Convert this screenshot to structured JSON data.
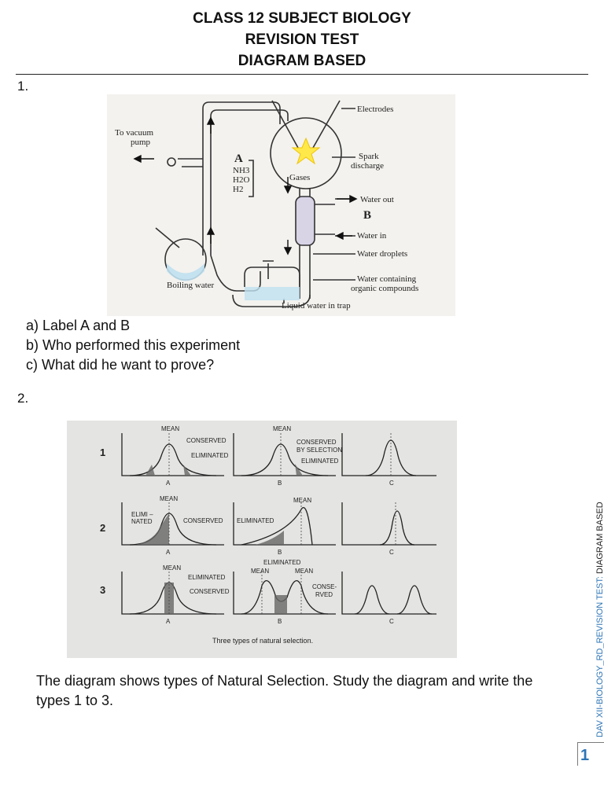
{
  "header": {
    "line1": "CLASS 12  SUBJECT BIOLOGY",
    "line2": "REVISION TEST",
    "line3": "DIAGRAM BASED"
  },
  "q1": {
    "number": "1.",
    "figure_labels": {
      "to_vacuum": "To vacuum",
      "pump": "pump",
      "a": "A",
      "nh3": "NH3",
      "h2o": "H2O",
      "h2": "H2",
      "gases": "Gases",
      "electrodes": "Electrodes",
      "spark": "Spark",
      "discharge": "discharge",
      "water_out": "Water out",
      "b": "B",
      "water_in": "Water in",
      "water_droplets": "Water droplets",
      "water_containing": "Water containing",
      "organic_compounds": "organic compounds",
      "boiling_water": "Boiling water",
      "liquid_water": "Liquid water in trap"
    },
    "questions": [
      "a) Label A and B",
      "b) Who performed this experiment",
      "c) What did he want to prove?"
    ]
  },
  "q2": {
    "number": "2.",
    "figure_labels": {
      "row1": "1",
      "row2": "2",
      "row3": "3",
      "mean": "MEAN",
      "conserved": "CONSERVED",
      "eliminated": "ELIMINATED",
      "conserved_by": "CONSERVED",
      "by_selection": "BY SELECTION",
      "elimi": "ELIMI –",
      "nated": "NATED",
      "conse": "CONSE-",
      "rved": "RVED",
      "a": "A",
      "b": "B",
      "c": "C",
      "caption": "Three types of natural selection."
    },
    "paragraph": "The diagram shows types of Natural Selection. Study the diagram and write the types 1 to 3."
  },
  "footer": {
    "side_blue": "DAV XII-BIOLOGY_RD_REVISION TEST:",
    "side_black": " DIAGRAM BASED",
    "page_number": "1"
  }
}
